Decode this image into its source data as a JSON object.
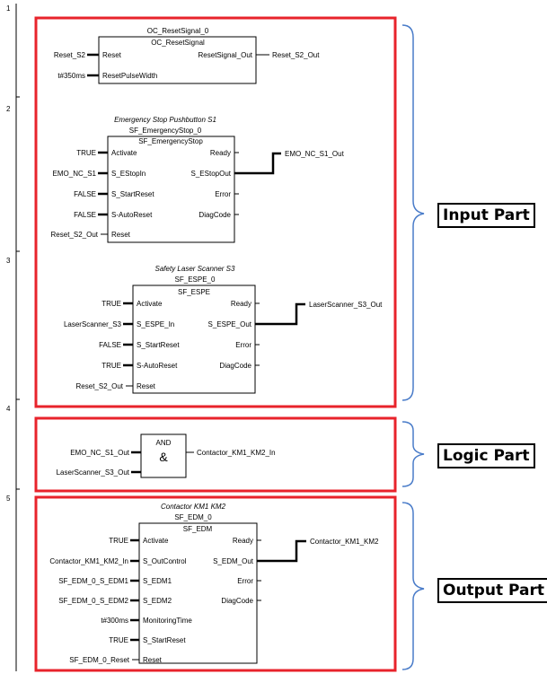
{
  "rung_numbers": [
    "1",
    "2",
    "3",
    "4",
    "5"
  ],
  "section_labels": {
    "input": "Input Part",
    "logic": "Logic Part",
    "output": "Output Part"
  },
  "colors": {
    "section_border": "#e8232b",
    "bracket": "#4a7cc9",
    "wire": "#000000"
  },
  "blocks": {
    "reset": {
      "instance": "OC_ResetSignal_0",
      "type": "OC_ResetSignal",
      "inputs": [
        {
          "pin": "Reset",
          "var": "Reset_S2"
        },
        {
          "pin": "ResetPulseWidth",
          "var": "t#350ms"
        }
      ],
      "outputs": [
        {
          "pin": "ResetSignal_Out",
          "var": "Reset_S2_Out"
        }
      ]
    },
    "estop": {
      "comment": "Emergency Stop Pushbutton S1",
      "instance": "SF_EmergencyStop_0",
      "type": "SF_EmergencyStop",
      "inputs": [
        {
          "pin": "Activate",
          "var": "TRUE"
        },
        {
          "pin": "S_EStopIn",
          "var": "EMO_NC_S1"
        },
        {
          "pin": "S_StartReset",
          "var": "FALSE"
        },
        {
          "pin": "S-AutoReset",
          "var": "FALSE"
        },
        {
          "pin": "Reset",
          "var": "Reset_S2_Out"
        }
      ],
      "outputs": [
        {
          "pin": "Ready",
          "var": ""
        },
        {
          "pin": "S_EStopOut",
          "var": "EMO_NC_S1_Out"
        },
        {
          "pin": "Error",
          "var": ""
        },
        {
          "pin": "DiagCode",
          "var": ""
        }
      ]
    },
    "espe": {
      "comment": "Safety Laser Scanner S3",
      "instance": "SF_ESPE_0",
      "type": "SF_ESPE",
      "inputs": [
        {
          "pin": "Activate",
          "var": "TRUE"
        },
        {
          "pin": "S_ESPE_In",
          "var": "LaserScanner_S3"
        },
        {
          "pin": "S_StartReset",
          "var": "FALSE"
        },
        {
          "pin": "S-AutoReset",
          "var": "TRUE"
        },
        {
          "pin": "Reset",
          "var": "Reset_S2_Out"
        }
      ],
      "outputs": [
        {
          "pin": "Ready",
          "var": ""
        },
        {
          "pin": "S_ESPE_Out",
          "var": "LaserScanner_S3_Out"
        },
        {
          "pin": "Error",
          "var": ""
        },
        {
          "pin": "DiagCode",
          "var": ""
        }
      ]
    },
    "and": {
      "type": "AND",
      "symbol": "&",
      "inputs": [
        {
          "var": "EMO_NC_S1_Out"
        },
        {
          "var": "LaserScanner_S3_Out"
        }
      ],
      "outputs": [
        {
          "var": "Contactor_KM1_KM2_In"
        }
      ]
    },
    "edm": {
      "comment": "Contactor KM1 KM2",
      "instance": "SF_EDM_0",
      "type": "SF_EDM",
      "inputs": [
        {
          "pin": "Activate",
          "var": "TRUE"
        },
        {
          "pin": "S_OutControl",
          "var": "Contactor_KM1_KM2_In"
        },
        {
          "pin": "S_EDM1",
          "var": "SF_EDM_0_S_EDM1"
        },
        {
          "pin": "S_EDM2",
          "var": "SF_EDM_0_S_EDM2"
        },
        {
          "pin": "MonitoringTime",
          "var": "t#300ms"
        },
        {
          "pin": "S_StartReset",
          "var": "TRUE"
        },
        {
          "pin": "Reset",
          "var": "SF_EDM_0_Reset"
        }
      ],
      "outputs": [
        {
          "pin": "Ready",
          "var": ""
        },
        {
          "pin": "S_EDM_Out",
          "var": "Contactor_KM1_KM2"
        },
        {
          "pin": "Error",
          "var": ""
        },
        {
          "pin": "DiagCode",
          "var": ""
        }
      ]
    }
  }
}
